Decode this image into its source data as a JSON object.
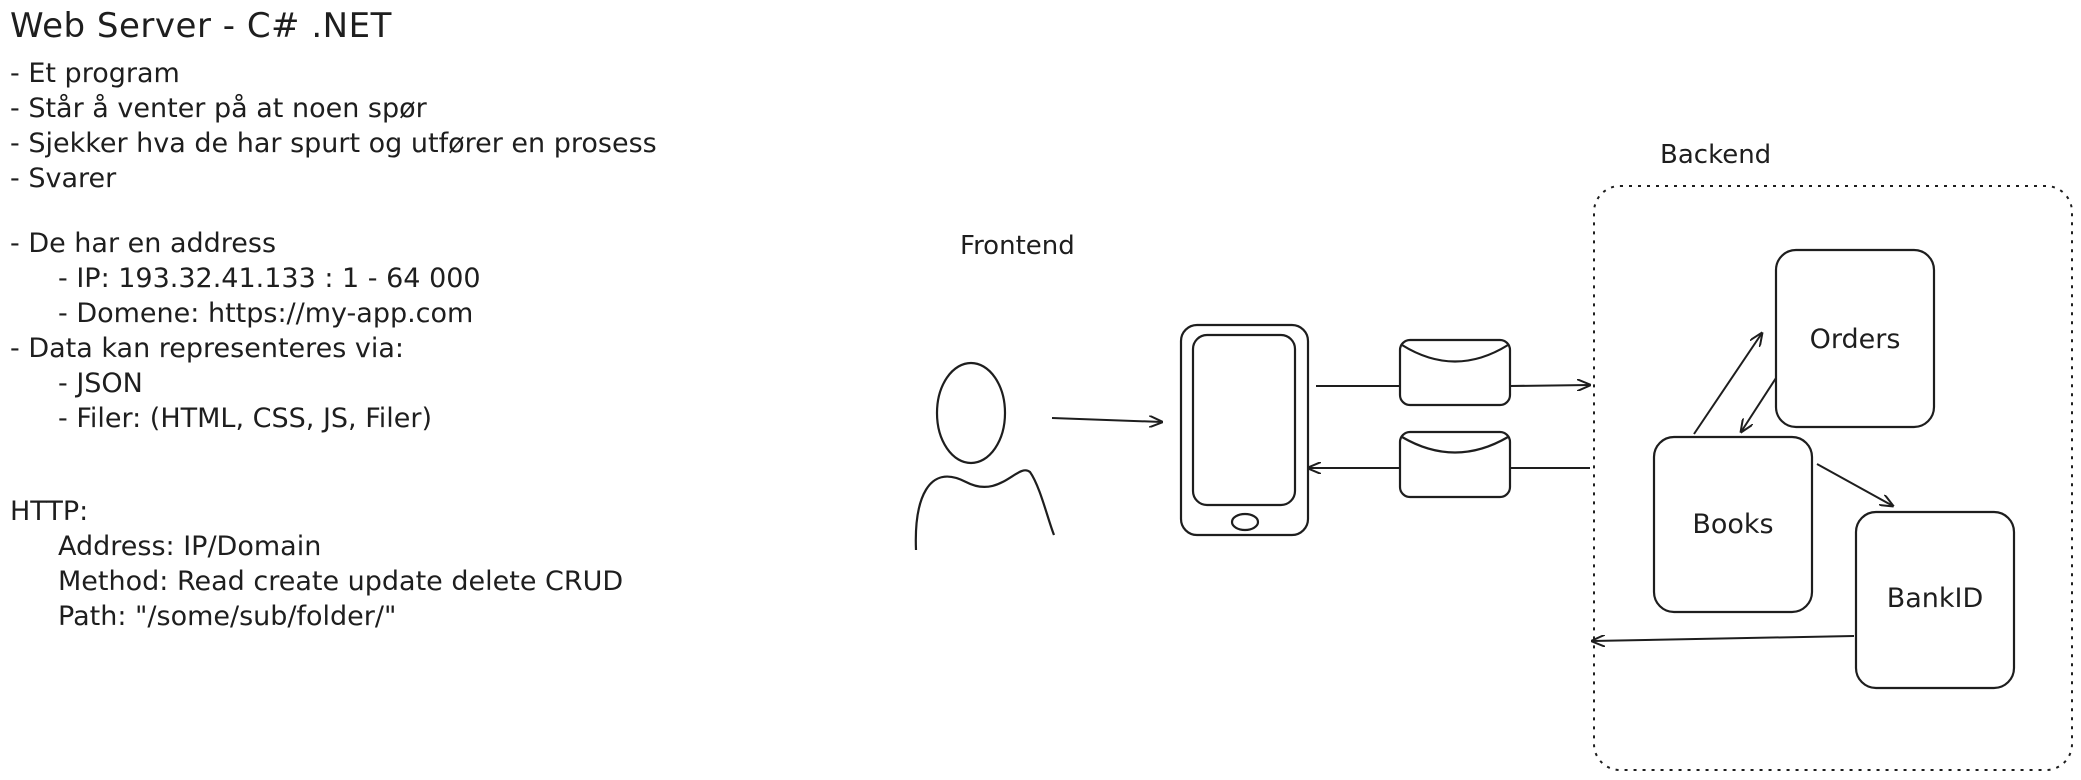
{
  "title": "Web Server - C# .NET",
  "notes": {
    "group1": [
      "- Et program",
      "- Står å venter på at noen spør",
      "- Sjekker hva de har spurt og utfører en prosess",
      "- Svarer"
    ],
    "address": "- De har en address",
    "ip": "- IP: 193.32.41.133 : 1 - 64 000",
    "domain": "- Domene: https://my-app.com",
    "data_via": "- Data kan representeres via:",
    "json": "- JSON",
    "files": "- Filer: (HTML, CSS, JS, Filer)"
  },
  "http": {
    "heading": "HTTP:",
    "address": "Address: IP/Domain",
    "method": "Method: Read create update delete CRUD",
    "path": "Path: \"/some/sub/folder/\""
  },
  "diagram": {
    "frontend_label": "Frontend",
    "backend_label": "Backend",
    "orders": "Orders",
    "books": "Books",
    "bankid": "BankID"
  }
}
